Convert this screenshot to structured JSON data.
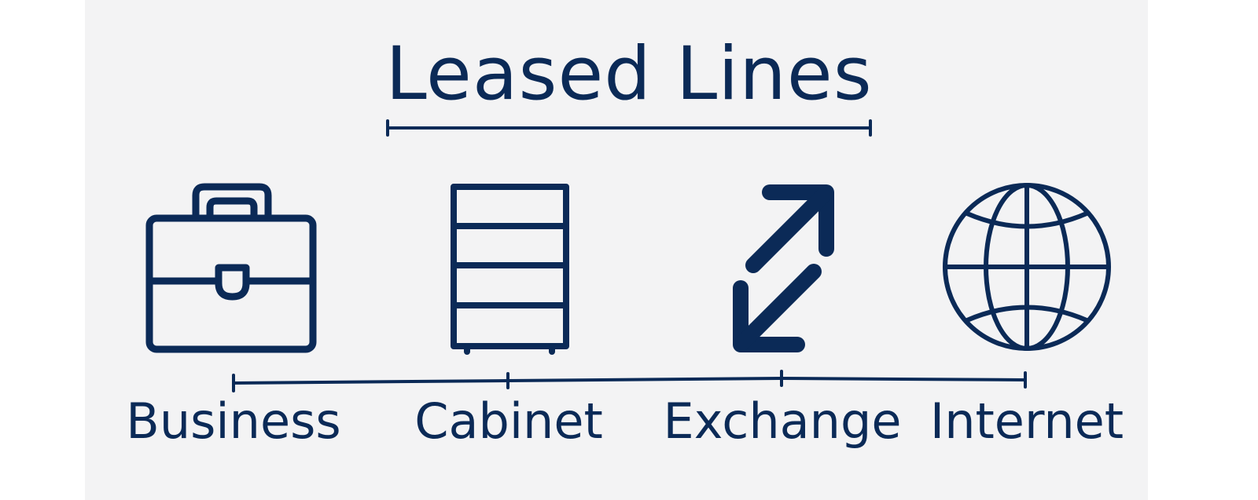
{
  "title": "Leased Lines",
  "colors": {
    "ink": "#0b2a57",
    "background": "#f3f3f4"
  },
  "nodes": [
    {
      "label": "Business",
      "icon": "briefcase-icon"
    },
    {
      "label": "Cabinet",
      "icon": "cabinet-icon"
    },
    {
      "label": "Exchange",
      "icon": "exchange-arrows-icon"
    },
    {
      "label": "Internet",
      "icon": "globe-icon"
    }
  ]
}
